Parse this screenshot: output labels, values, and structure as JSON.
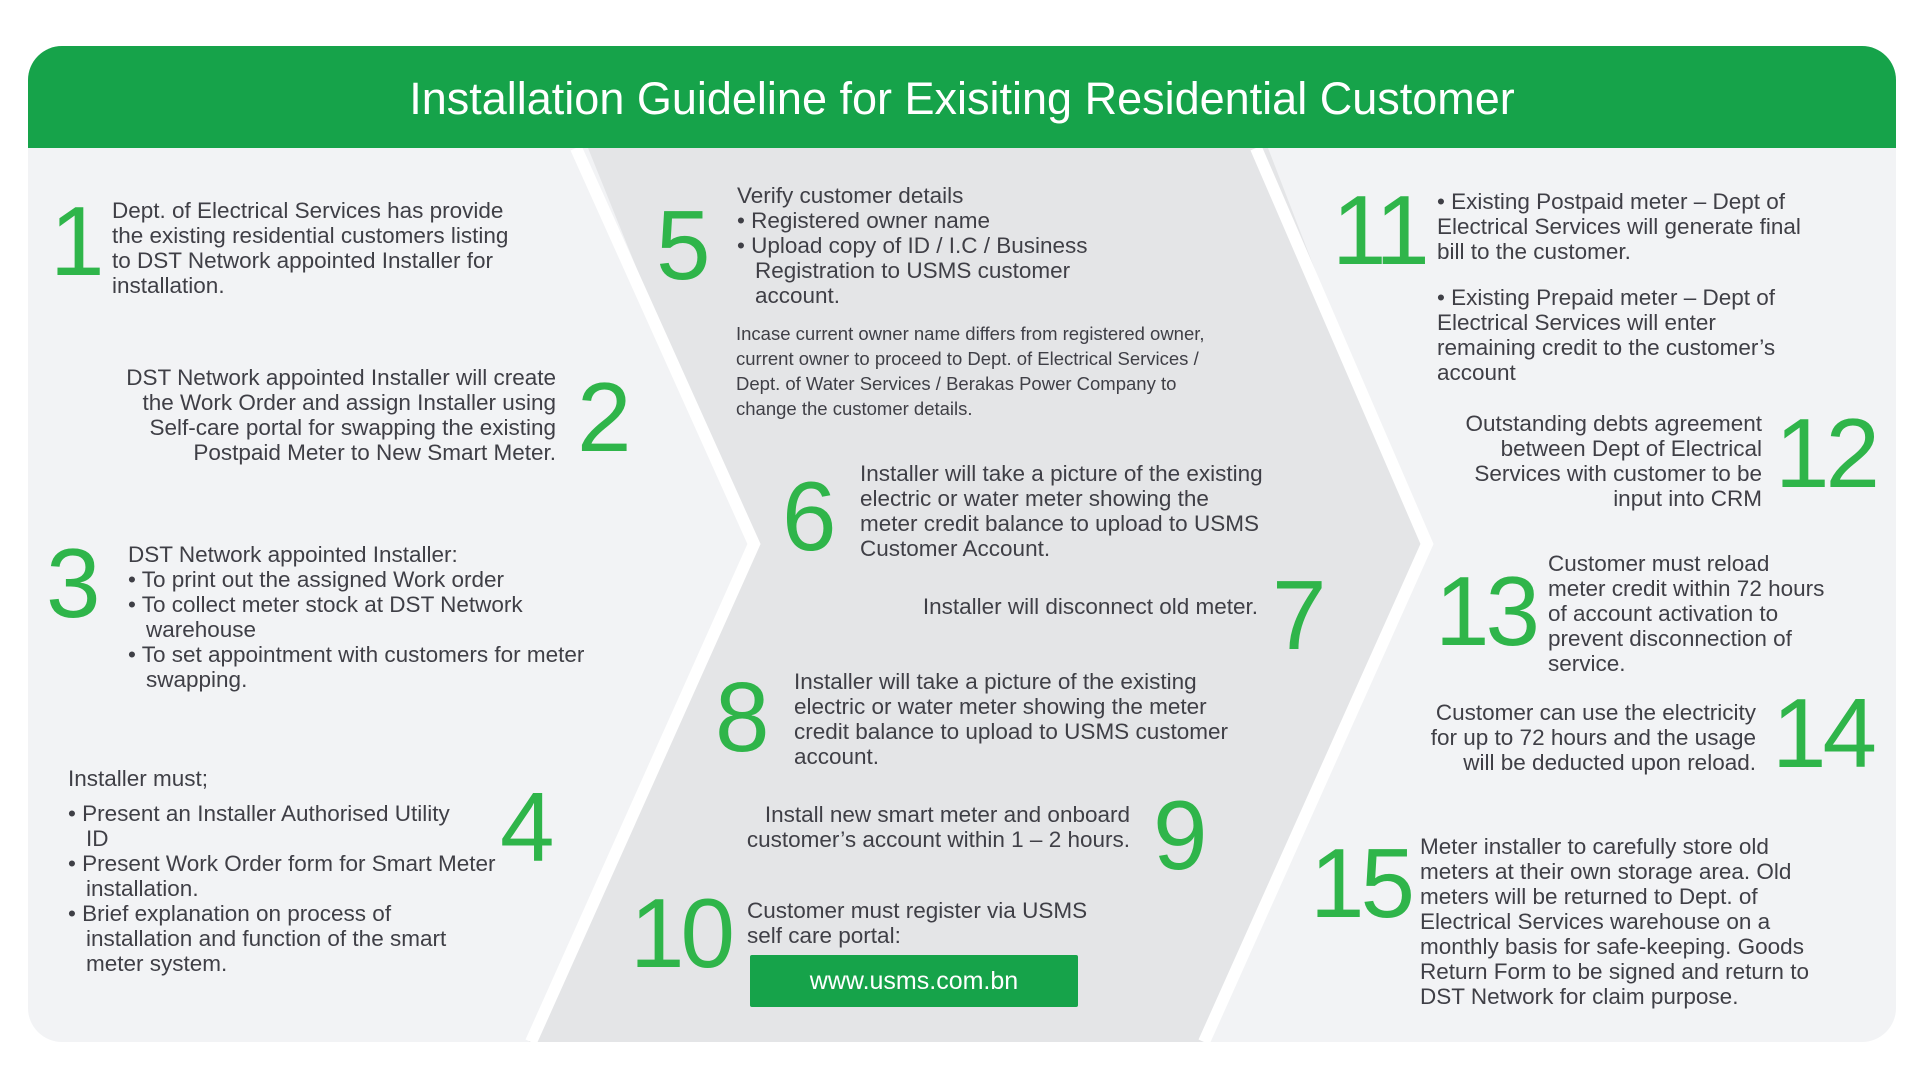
{
  "title": "Installation Guideline for Exisiting Residential Customer",
  "colors": {
    "green": "#16a34a",
    "number_green": "#2fb54a",
    "panel_light": "#f2f3f5",
    "panel_dark": "#e4e5e7",
    "text": "#3f3f46"
  },
  "steps": {
    "s1": {
      "num": "1",
      "lines": [
        "Dept. of Electrical Services has provide",
        "the existing residential customers listing",
        "to DST Network appointed Installer for",
        "installation."
      ]
    },
    "s2": {
      "num": "2",
      "lines": [
        "DST Network appointed Installer will create",
        "the Work Order and assign Installer using",
        "Self-care portal for swapping the existing",
        "Postpaid Meter to New Smart Meter."
      ]
    },
    "s3": {
      "num": "3",
      "intro": "DST Network appointed Installer:",
      "bullets": [
        "• To print out the assigned Work order",
        "• To collect meter stock at DST Network warehouse",
        "• To set appointment with customers for meter swapping."
      ]
    },
    "s4": {
      "num": "4",
      "intro": "Installer must;",
      "bullets": [
        "• Present an Installer Authorised Utility ID",
        "• Present Work Order form for Smart Meter installation.",
        "• Brief explanation on process of installation and function of the smart meter system."
      ]
    },
    "s5": {
      "num": "5",
      "intro": "Verify customer details",
      "bullets": [
        "• Registered owner name",
        "• Upload copy of ID / I.C / Business Registration to USMS customer account."
      ],
      "note": [
        "Incase current owner name differs from registered owner,",
        "current owner to proceed to Dept. of Electrical Services /",
        "Dept. of Water Services / Berakas Power Company to",
        "change the customer details."
      ]
    },
    "s6": {
      "num": "6",
      "lines": [
        "Installer will take a picture of the existing",
        "electric or water meter showing the",
        "meter credit balance to upload to USMS",
        "Customer Account."
      ]
    },
    "s7": {
      "num": "7",
      "lines": [
        "Installer will disconnect old meter."
      ]
    },
    "s8": {
      "num": "8",
      "lines": [
        "Installer will take a picture of the existing",
        "electric or water meter showing the meter",
        "credit balance to upload to USMS customer",
        "account."
      ]
    },
    "s9": {
      "num": "9",
      "lines": [
        "Install new smart meter and onboard",
        "customer’s account within 1 – 2 hours."
      ]
    },
    "s10": {
      "num": "10",
      "lines": [
        "Customer must register via USMS",
        "self care portal:"
      ],
      "url": "www.usms.com.bn"
    },
    "s11": {
      "num": "11",
      "para1": [
        "• Existing Postpaid meter  – Dept of",
        "Electrical Services will generate final",
        "bill to the customer."
      ],
      "para2": [
        "• Existing Prepaid meter – Dept of",
        "Electrical Services will enter",
        "remaining credit to the customer’s",
        "account"
      ]
    },
    "s12": {
      "num": "12",
      "lines": [
        "Outstanding debts agreement",
        "between Dept of Electrical",
        "Services with customer to be",
        "input into CRM"
      ]
    },
    "s13": {
      "num": "13",
      "lines": [
        "Customer must reload",
        "meter credit within 72 hours",
        "of account activation to",
        "prevent disconnection of",
        "service."
      ]
    },
    "s14": {
      "num": "14",
      "lines": [
        "Customer can use the electricity",
        "for up to 72 hours and the usage",
        "will be deducted upon reload."
      ]
    },
    "s15": {
      "num": "15",
      "lines": [
        "Meter installer to carefully store old",
        "meters at their own storage area. Old",
        "meters will be returned to Dept. of",
        "Electrical Services warehouse on a",
        "monthly basis for safe-keeping. Goods",
        "Return Form to be signed and return to",
        "DST Network for claim purpose."
      ]
    }
  }
}
